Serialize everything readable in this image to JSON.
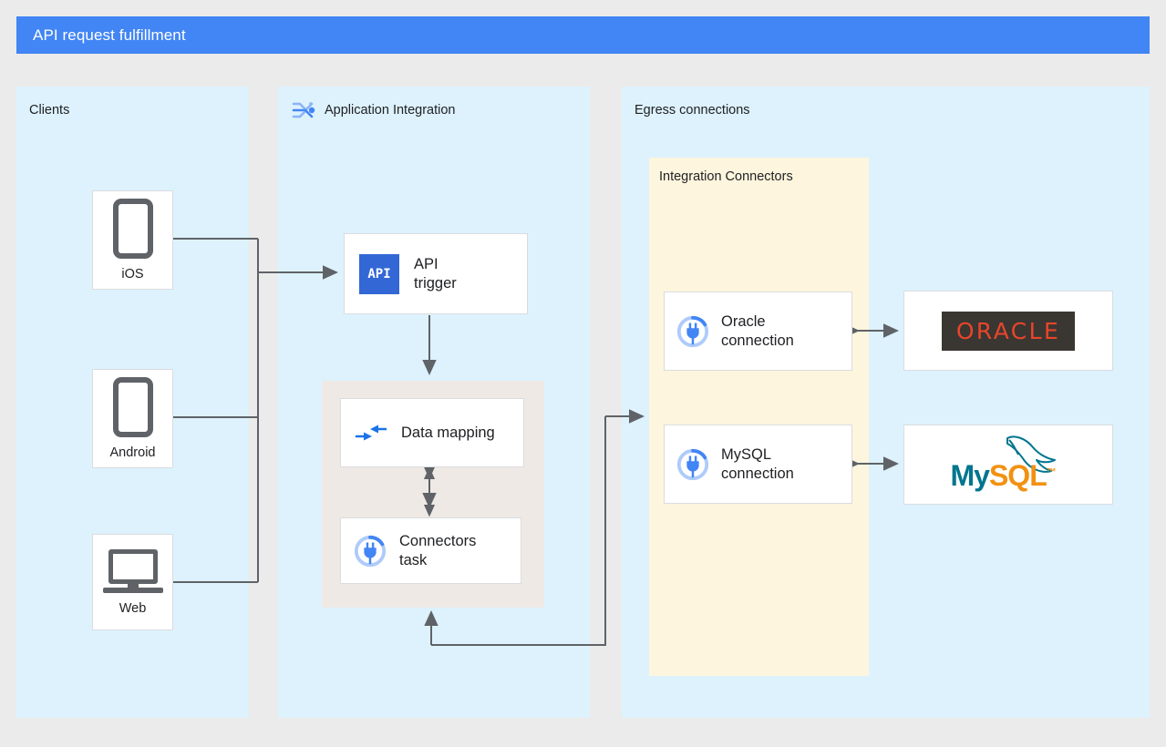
{
  "header": {
    "title": "API request fulfillment",
    "bar_color": "#4285f4"
  },
  "panels": {
    "clients": {
      "label": "Clients"
    },
    "application_integration": {
      "label": "Application Integration",
      "icon": "application-integration-icon"
    },
    "egress": {
      "label": "Egress connections"
    },
    "integration_connectors": {
      "label": "Integration Connectors",
      "color": "#fdf5dd"
    }
  },
  "clients": [
    {
      "label": "iOS",
      "icon": "mobile-phone-icon"
    },
    {
      "label": "Android",
      "icon": "mobile-phone-icon"
    },
    {
      "label": "Web",
      "icon": "laptop-icon"
    }
  ],
  "integration": {
    "api_trigger": {
      "label": "API\ntrigger",
      "line1": "API",
      "line2": "trigger",
      "icon": "api-icon",
      "icon_text": "API",
      "icon_color": "#3367d6"
    },
    "data_mapping": {
      "label": "Data mapping",
      "icon": "data-mapping-arrows-icon"
    },
    "connectors_task": {
      "line1": "Connectors",
      "line2": "task",
      "icon": "connector-plug-icon"
    }
  },
  "connections": [
    {
      "label_line1": "Oracle",
      "label_line2": "connection",
      "icon": "connector-plug-icon"
    },
    {
      "label_line1": "MySQL",
      "label_line2": "connection",
      "icon": "connector-plug-icon"
    }
  ],
  "backends": [
    {
      "name": "ORACLE",
      "logo": "oracle-logo",
      "text_color": "#e8452b",
      "bg_color": "#3a3632"
    },
    {
      "name": "MySQL",
      "logo": "mysql-logo",
      "part1": "My",
      "part2": "SQL",
      "trademark": "™",
      "color1": "#00758f",
      "color2": "#f29111"
    }
  ]
}
